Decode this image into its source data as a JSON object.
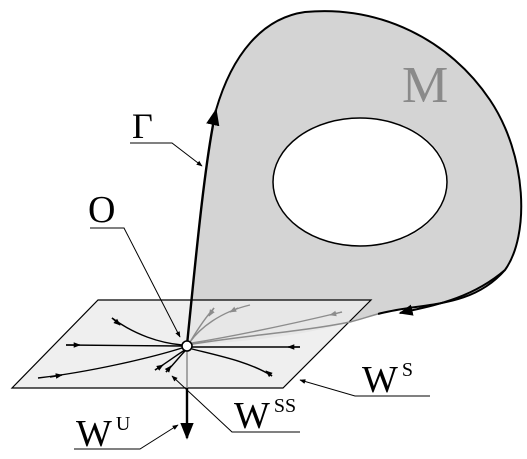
{
  "labels": {
    "manifold": "M",
    "orbit": "Γ",
    "point": "O",
    "unstable": {
      "base": "W",
      "sup": "U"
    },
    "stable": {
      "base": "W",
      "sup": "S"
    },
    "strong_stable": {
      "base": "W",
      "sup": "SS"
    }
  },
  "colors": {
    "ink": "#000000",
    "surface_fill": "#d4d4d4",
    "plane_fill": "#ececec",
    "manifold_label": "#8a8a8a",
    "behind_curve": "#8c8c8c"
  }
}
